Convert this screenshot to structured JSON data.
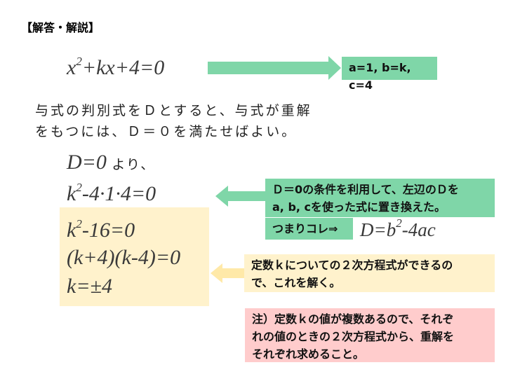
{
  "title": "【解答・解説】",
  "equation": {
    "base": "x",
    "exp": "2",
    "rest": "+kx+4=0"
  },
  "coef_box": "a=1, b=k, c=4",
  "explanation": [
    "与式の判別式をＤとすると、与式が重解",
    "をもつには、Ｄ＝０を満たせばよい。"
  ],
  "step1": {
    "math": "D=0",
    "suffix": "より、"
  },
  "step2": {
    "base": "k",
    "exp": "2",
    "rest": "-4·1·4=0"
  },
  "step3": {
    "base": "k",
    "exp": "2",
    "rest": "-16=0"
  },
  "step4": "(k+4)(k-4)=0",
  "step5": "k=±4",
  "note_green": [
    "Ｄ＝0の条件を利用して、左辺のＤを",
    "a, b, cを使った式に置き換えた。"
  ],
  "note_green_small": "つまりコレ⇒",
  "formula": {
    "pre": "D=b",
    "exp": "2",
    "rest": "-4ac"
  },
  "note_yellow": [
    "定数ｋについての２次方程式ができるの",
    "で、これを解く。"
  ],
  "note_pink": [
    "注）定数ｋの値が複数あるので、それぞ",
    "れの値のときの２次方程式から、重解を",
    "それぞれ求めること。"
  ],
  "colors": {
    "green": "#7fd6a8",
    "yellow": "#fff2cc",
    "pink": "#ffcccc"
  }
}
